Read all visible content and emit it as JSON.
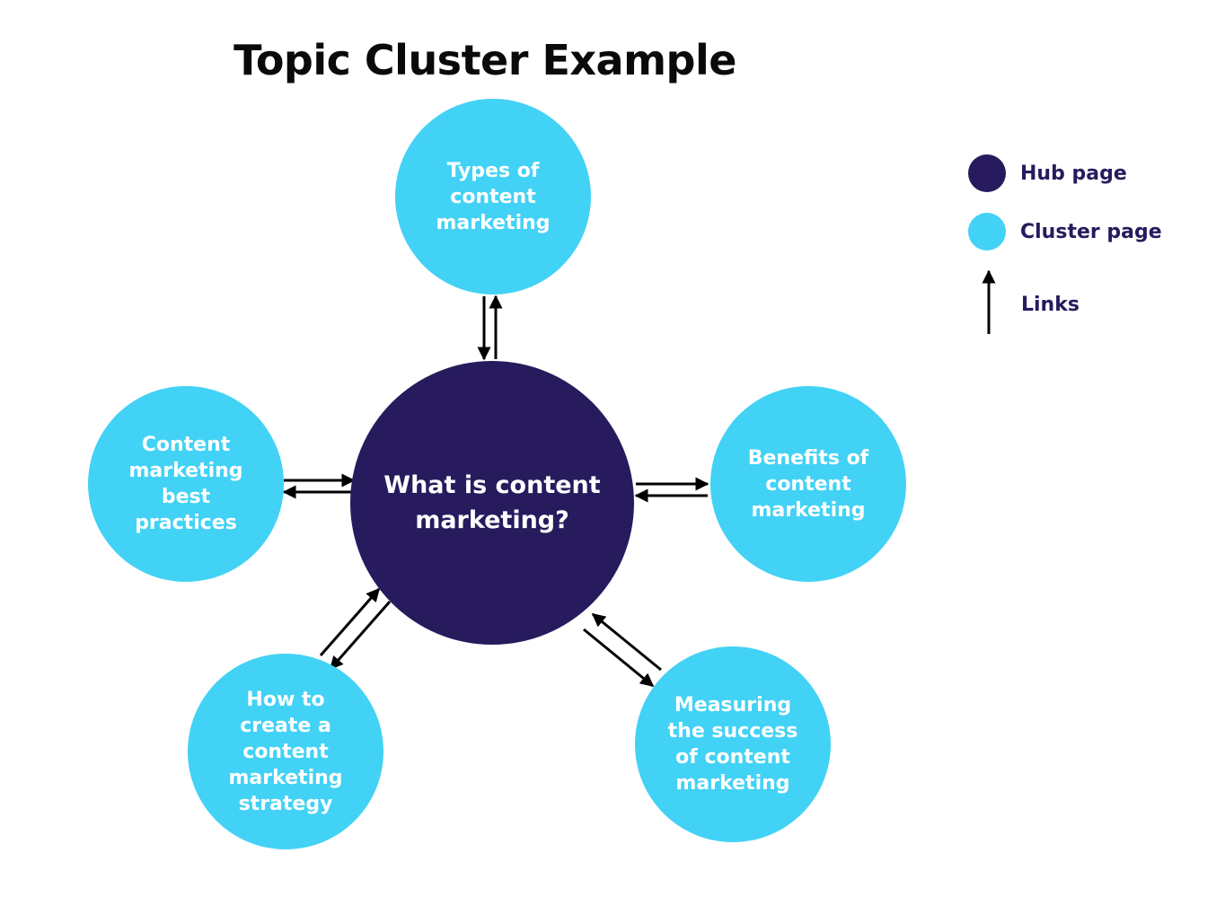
{
  "title": "Topic Cluster Example",
  "colors": {
    "hub": "#271b5e",
    "cluster": "#42d2f5",
    "arrow": "#000000",
    "text_dark": "#271b5e"
  },
  "hub": {
    "label": "What is content marketing?"
  },
  "clusters": [
    {
      "label": "Types of content marketing"
    },
    {
      "label": "Benefits of content marketing"
    },
    {
      "label": "Measuring the success of content marketing"
    },
    {
      "label": "How to create a content marketing strategy"
    },
    {
      "label": "Content marketing best practices"
    }
  ],
  "legend": {
    "hub_label": "Hub page",
    "cluster_label": "Cluster page",
    "links_label": "Links"
  }
}
